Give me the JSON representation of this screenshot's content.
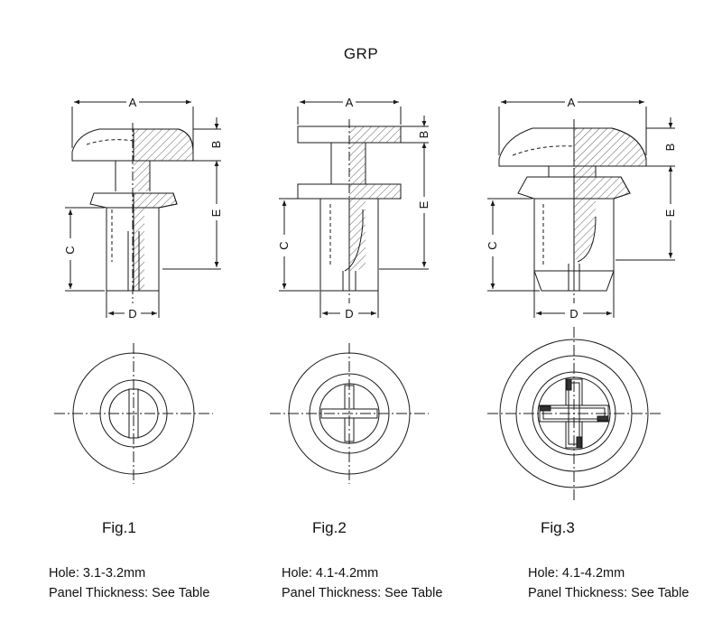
{
  "title": "GRP",
  "dimension_labels": {
    "a": "A",
    "b": "B",
    "c": "C",
    "d": "D",
    "e": "E"
  },
  "figures": [
    {
      "label": "Fig.1",
      "hole": "Hole: 3.1-3.2mm",
      "panel": "Panel Thickness: See Table"
    },
    {
      "label": "Fig.2",
      "hole": "Hole: 4.1-4.2mm",
      "panel": "Panel Thickness: See Table"
    },
    {
      "label": "Fig.3",
      "hole": "Hole: 4.1-4.2mm",
      "panel": "Panel Thickness: See Table"
    }
  ],
  "colors": {
    "line": "#1a1a1a",
    "hatch": "#333333",
    "background": "#ffffff"
  }
}
